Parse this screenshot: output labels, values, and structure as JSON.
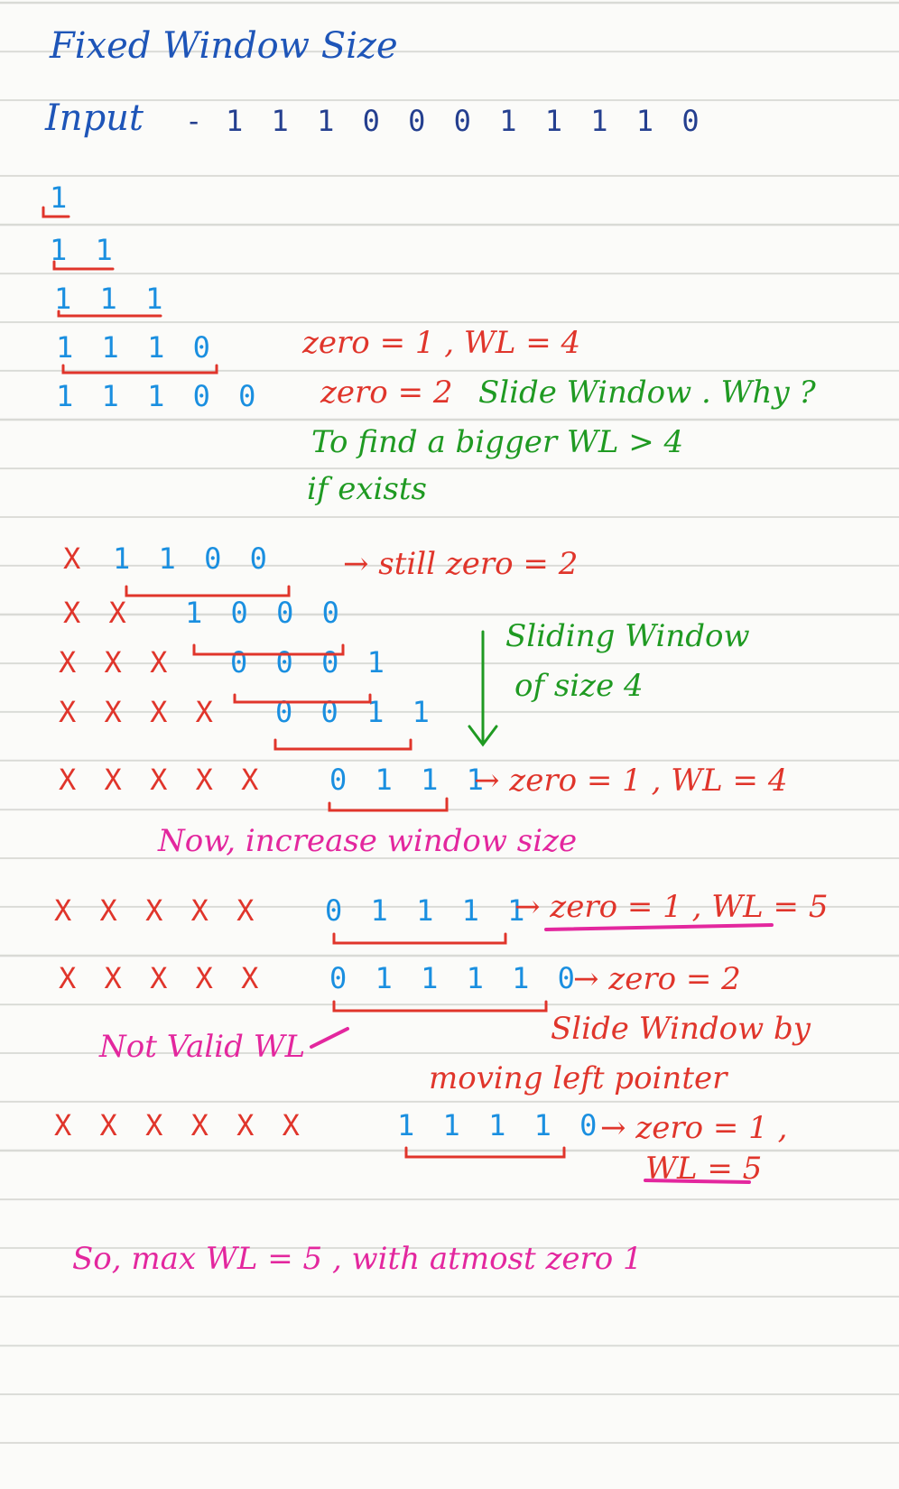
{
  "title": "Fixed Window Size",
  "input": {
    "label": "Input",
    "dash": "-",
    "sequence": "1 1 1 0 0 0 1 1 1 1 0"
  },
  "grow": [
    "1",
    "1 1",
    "1 1 1",
    "1 1 1 0",
    "1 1 1 0 0"
  ],
  "notes": {
    "zero1_wl4": "zero = 1 , WL = 4",
    "zero2": "zero = 2",
    "slide_why": "Slide Window . Why ?",
    "to_find": "To find a bigger WL > 4",
    "if_exists": "if exists",
    "still_zero2": "→ still zero = 2",
    "sliding_window": "Sliding Window",
    "of_size": "of size 4",
    "zero1_wl4_b": "→ zero = 1 , WL = 4",
    "increase": "Now, increase window size",
    "zero1_wl5": "→ zero = 1 , WL = 5",
    "zero2_b": "→ zero = 2",
    "not_valid": "Not Valid WL",
    "slide_by": "Slide Window by",
    "moving_left": "moving left pointer",
    "zero1_c": "→ zero = 1 ,",
    "wl5": "WL = 5",
    "conclusion": "So, max WL = 5 , with atmost zero 1"
  },
  "slide_rows": [
    {
      "crossed": "X",
      "rest": "1 1 0 0"
    },
    {
      "crossed": "X X",
      "rest": "1 0 0 0"
    },
    {
      "crossed": "X X X",
      "rest": "0 0 0 1"
    },
    {
      "crossed": "X X X X",
      "rest": "0 0 1 1"
    },
    {
      "crossed": "X X X X X",
      "rest": "0 1 1 1"
    }
  ],
  "grow_rows": [
    {
      "crossed": "X X X X X",
      "rest": "0 1 1 1 1"
    },
    {
      "crossed": "X X X X X",
      "rest": "0 1 1 1 1 0"
    },
    {
      "crossed": "X X X X X X",
      "rest": "1 1 1 1 0"
    }
  ],
  "colors": {
    "blue": "#1e55b8",
    "red": "#e0352b",
    "green": "#1f9a22",
    "pink": "#e3279e"
  }
}
